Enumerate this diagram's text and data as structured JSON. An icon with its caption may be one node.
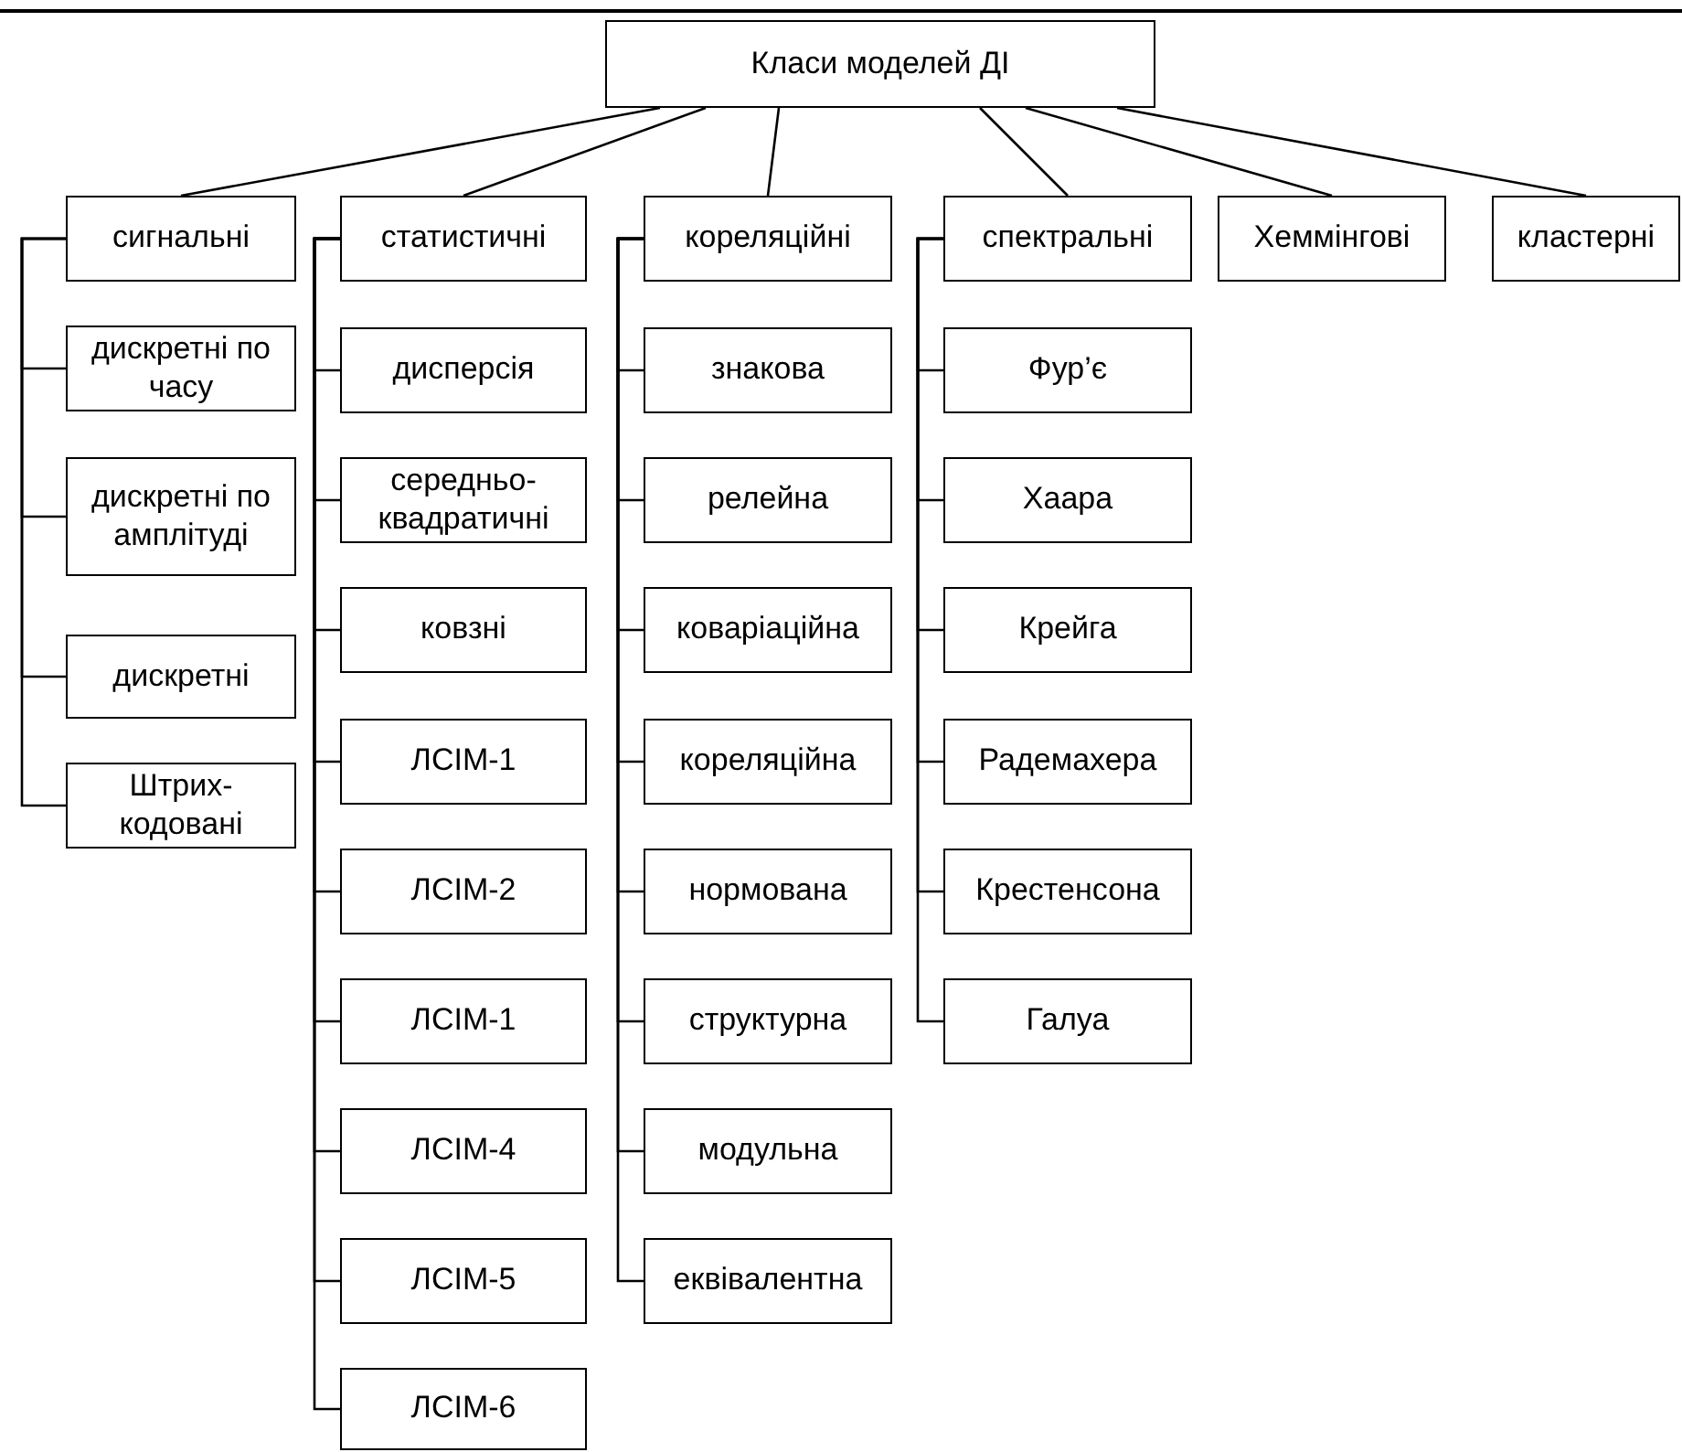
{
  "diagram": {
    "nodes": [
      {
        "text": [
          "Класи моделей ДІ"
        ]
      },
      {
        "text": [
          "сигнальні"
        ]
      },
      {
        "text": [
          "статистичні"
        ]
      },
      {
        "text": [
          "кореляційні"
        ]
      },
      {
        "text": [
          "спектральні"
        ]
      },
      {
        "text": [
          "Хеммінгові"
        ]
      },
      {
        "text": [
          "кластерні"
        ]
      },
      {
        "text": [
          "дискретні по часу"
        ]
      },
      {
        "text": [
          "дискретні по амплітуді"
        ]
      },
      {
        "text": [
          "дискретні"
        ]
      },
      {
        "text": [
          "Штрих-кодовані"
        ]
      },
      {
        "text": [
          "дисперсія"
        ]
      },
      {
        "text": [
          "середньо-квадратичні"
        ]
      },
      {
        "text": [
          "ковзні"
        ]
      },
      {
        "text": [
          "ЛСІМ-1"
        ]
      },
      {
        "text": [
          "ЛСІМ-2"
        ]
      },
      {
        "text": [
          "ЛСІМ-1"
        ]
      },
      {
        "text": [
          "ЛСІМ-4"
        ]
      },
      {
        "text": [
          "ЛСІМ-5"
        ]
      },
      {
        "text": [
          "ЛСІМ-6"
        ]
      },
      {
        "text": [
          "знакова"
        ]
      },
      {
        "text": [
          "релейна"
        ]
      },
      {
        "text": [
          "коваріаційна"
        ]
      },
      {
        "text": [
          "кореляційна"
        ]
      },
      {
        "text": [
          "нормована"
        ]
      },
      {
        "text": [
          "структурна"
        ]
      },
      {
        "text": [
          "модульна"
        ]
      },
      {
        "text": [
          "еквівалентна"
        ]
      },
      {
        "text": [
          "Фур’є"
        ]
      },
      {
        "text": [
          "Хаара"
        ]
      },
      {
        "text": [
          "Крейга"
        ]
      },
      {
        "text": [
          "Радемахера"
        ]
      },
      {
        "text": [
          "Крестенсона"
        ]
      },
      {
        "text": [
          "Галуа"
        ]
      }
    ],
    "edges": [
      {
        "from": 0,
        "to": 1,
        "arrow": "none"
      },
      {
        "from": 0,
        "to": 2,
        "arrow": "none"
      },
      {
        "from": 0,
        "to": 3,
        "arrow": "none"
      },
      {
        "from": 0,
        "to": 4,
        "arrow": "none"
      },
      {
        "from": 0,
        "to": 5,
        "arrow": "none"
      },
      {
        "from": 0,
        "to": 6,
        "arrow": "none"
      },
      {
        "from": 1,
        "to": 7,
        "arrow": "none"
      },
      {
        "from": 1,
        "to": 8,
        "arrow": "none"
      },
      {
        "from": 1,
        "to": 9,
        "arrow": "none"
      },
      {
        "from": 1,
        "to": 10,
        "arrow": "none"
      },
      {
        "from": 2,
        "to": 11,
        "arrow": "none"
      },
      {
        "from": 2,
        "to": 12,
        "arrow": "none"
      },
      {
        "from": 2,
        "to": 13,
        "arrow": "none"
      },
      {
        "from": 2,
        "to": 14,
        "arrow": "none"
      },
      {
        "from": 2,
        "to": 15,
        "arrow": "none"
      },
      {
        "from": 2,
        "to": 16,
        "arrow": "none"
      },
      {
        "from": 2,
        "to": 17,
        "arrow": "none"
      },
      {
        "from": 2,
        "to": 18,
        "arrow": "none"
      },
      {
        "from": 2,
        "to": 19,
        "arrow": "none"
      },
      {
        "from": 3,
        "to": 20,
        "arrow": "none"
      },
      {
        "from": 3,
        "to": 21,
        "arrow": "none"
      },
      {
        "from": 3,
        "to": 22,
        "arrow": "none"
      },
      {
        "from": 3,
        "to": 23,
        "arrow": "none"
      },
      {
        "from": 3,
        "to": 24,
        "arrow": "none"
      },
      {
        "from": 3,
        "to": 25,
        "arrow": "none"
      },
      {
        "from": 3,
        "to": 26,
        "arrow": "none"
      },
      {
        "from": 3,
        "to": 27,
        "arrow": "none"
      },
      {
        "from": 4,
        "to": 28,
        "arrow": "none"
      },
      {
        "from": 4,
        "to": 29,
        "arrow": "none"
      },
      {
        "from": 4,
        "to": 30,
        "arrow": "none"
      },
      {
        "from": 4,
        "to": 31,
        "arrow": "none"
      },
      {
        "from": 4,
        "to": 32,
        "arrow": "none"
      },
      {
        "from": 4,
        "to": 33,
        "arrow": "none"
      }
    ]
  }
}
